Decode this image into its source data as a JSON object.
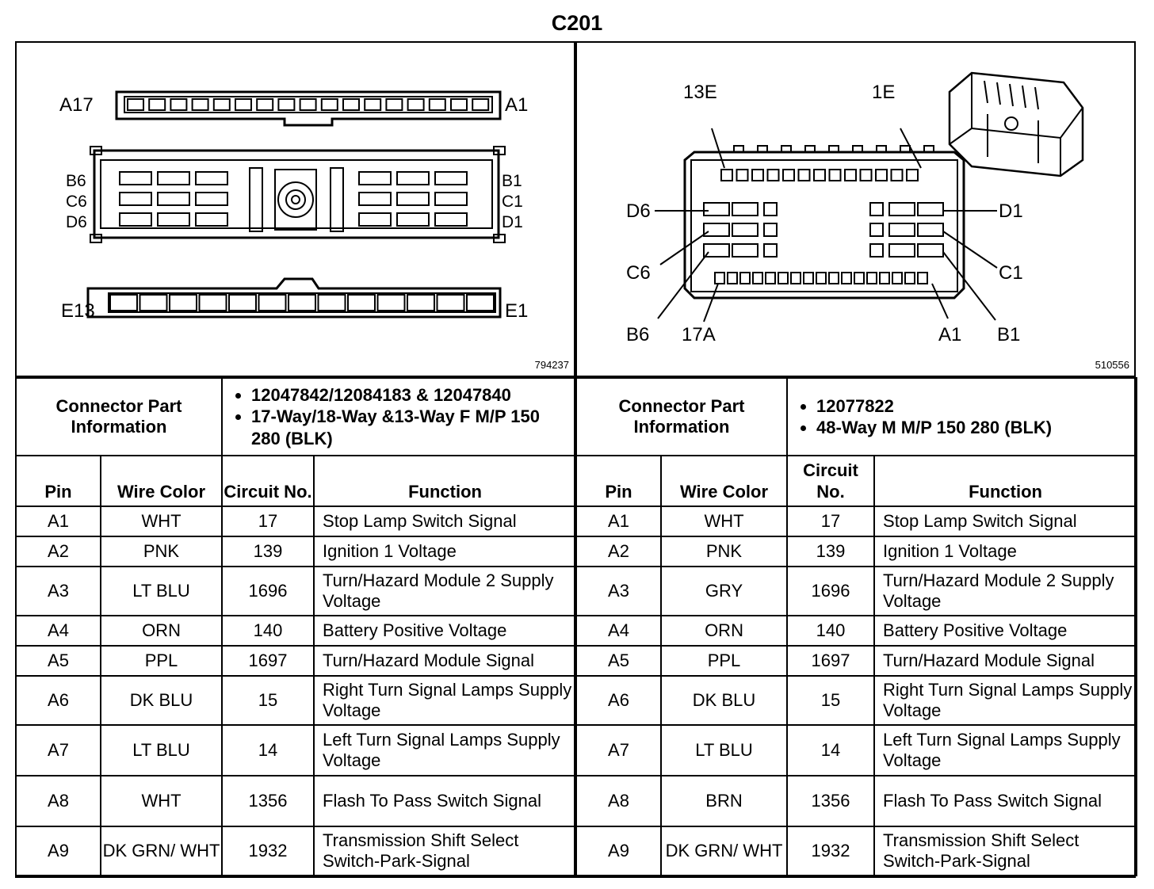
{
  "title": "C201",
  "left": {
    "figure_number": "794237",
    "diagram_labels": {
      "a17": "A17",
      "a1": "A1",
      "b6": "B6",
      "c6": "C6",
      "d6": "D6",
      "b1": "B1",
      "c1": "C1",
      "d1": "D1",
      "e13": "E13",
      "e1": "E1"
    },
    "connector_info_label": "Connector Part Information",
    "connector_info": [
      "12047842/12084183 & 12047840",
      "17-Way/18-Way &13-Way F M/P 150 280 (BLK)"
    ],
    "headers": {
      "pin": "Pin",
      "wire_color": "Wire Color",
      "circuit": "Circuit No.",
      "function": "Function"
    },
    "rows": [
      {
        "pin": "A1",
        "color": "WHT",
        "circuit": "17",
        "function": "Stop Lamp Switch Signal"
      },
      {
        "pin": "A2",
        "color": "PNK",
        "circuit": "139",
        "function": "Ignition 1 Voltage"
      },
      {
        "pin": "A3",
        "color": "LT BLU",
        "circuit": "1696",
        "function": "Turn/Hazard Module 2 Supply Voltage"
      },
      {
        "pin": "A4",
        "color": "ORN",
        "circuit": "140",
        "function": "Battery Positive Voltage"
      },
      {
        "pin": "A5",
        "color": "PPL",
        "circuit": "1697",
        "function": "Turn/Hazard Module Signal"
      },
      {
        "pin": "A6",
        "color": "DK BLU",
        "circuit": "15",
        "function": "Right Turn Signal Lamps Supply Voltage"
      },
      {
        "pin": "A7",
        "color": "LT BLU",
        "circuit": "14",
        "function": "Left Turn Signal Lamps Supply Voltage"
      },
      {
        "pin": "A8",
        "color": "WHT",
        "circuit": "1356",
        "function": "Flash To Pass Switch Signal"
      },
      {
        "pin": "A9",
        "color": "DK GRN/ WHT",
        "circuit": "1932",
        "function": "Transmission Shift Select Switch-Park-Signal"
      }
    ]
  },
  "right": {
    "figure_number": "510556",
    "diagram_labels": {
      "e13": "13E",
      "e1": "1E",
      "d6": "D6",
      "c6": "C6",
      "b6": "B6",
      "a17": "17A",
      "d1": "D1",
      "c1": "C1",
      "a1": "A1",
      "b1": "B1"
    },
    "connector_info_label": "Connector Part Information",
    "connector_info": [
      "12077822",
      "48-Way M M/P 150 280 (BLK)"
    ],
    "headers": {
      "pin": "Pin",
      "wire_color": "Wire Color",
      "circuit": "Circuit No.",
      "function": "Function"
    },
    "rows": [
      {
        "pin": "A1",
        "color": "WHT",
        "circuit": "17",
        "function": "Stop Lamp Switch Signal"
      },
      {
        "pin": "A2",
        "color": "PNK",
        "circuit": "139",
        "function": "Ignition 1 Voltage"
      },
      {
        "pin": "A3",
        "color": "GRY",
        "circuit": "1696",
        "function": "Turn/Hazard Module 2 Supply Voltage"
      },
      {
        "pin": "A4",
        "color": "ORN",
        "circuit": "140",
        "function": "Battery Positive Voltage"
      },
      {
        "pin": "A5",
        "color": "PPL",
        "circuit": "1697",
        "function": "Turn/Hazard Module Signal"
      },
      {
        "pin": "A6",
        "color": "DK BLU",
        "circuit": "15",
        "function": "Right Turn Signal Lamps Supply Voltage"
      },
      {
        "pin": "A7",
        "color": "LT BLU",
        "circuit": "14",
        "function": "Left Turn Signal Lamps Supply Voltage"
      },
      {
        "pin": "A8",
        "color": "BRN",
        "circuit": "1356",
        "function": "Flash To Pass Switch Signal"
      },
      {
        "pin": "A9",
        "color": "DK GRN/ WHT",
        "circuit": "1932",
        "function": "Transmission Shift Select Switch-Park-Signal"
      }
    ]
  }
}
